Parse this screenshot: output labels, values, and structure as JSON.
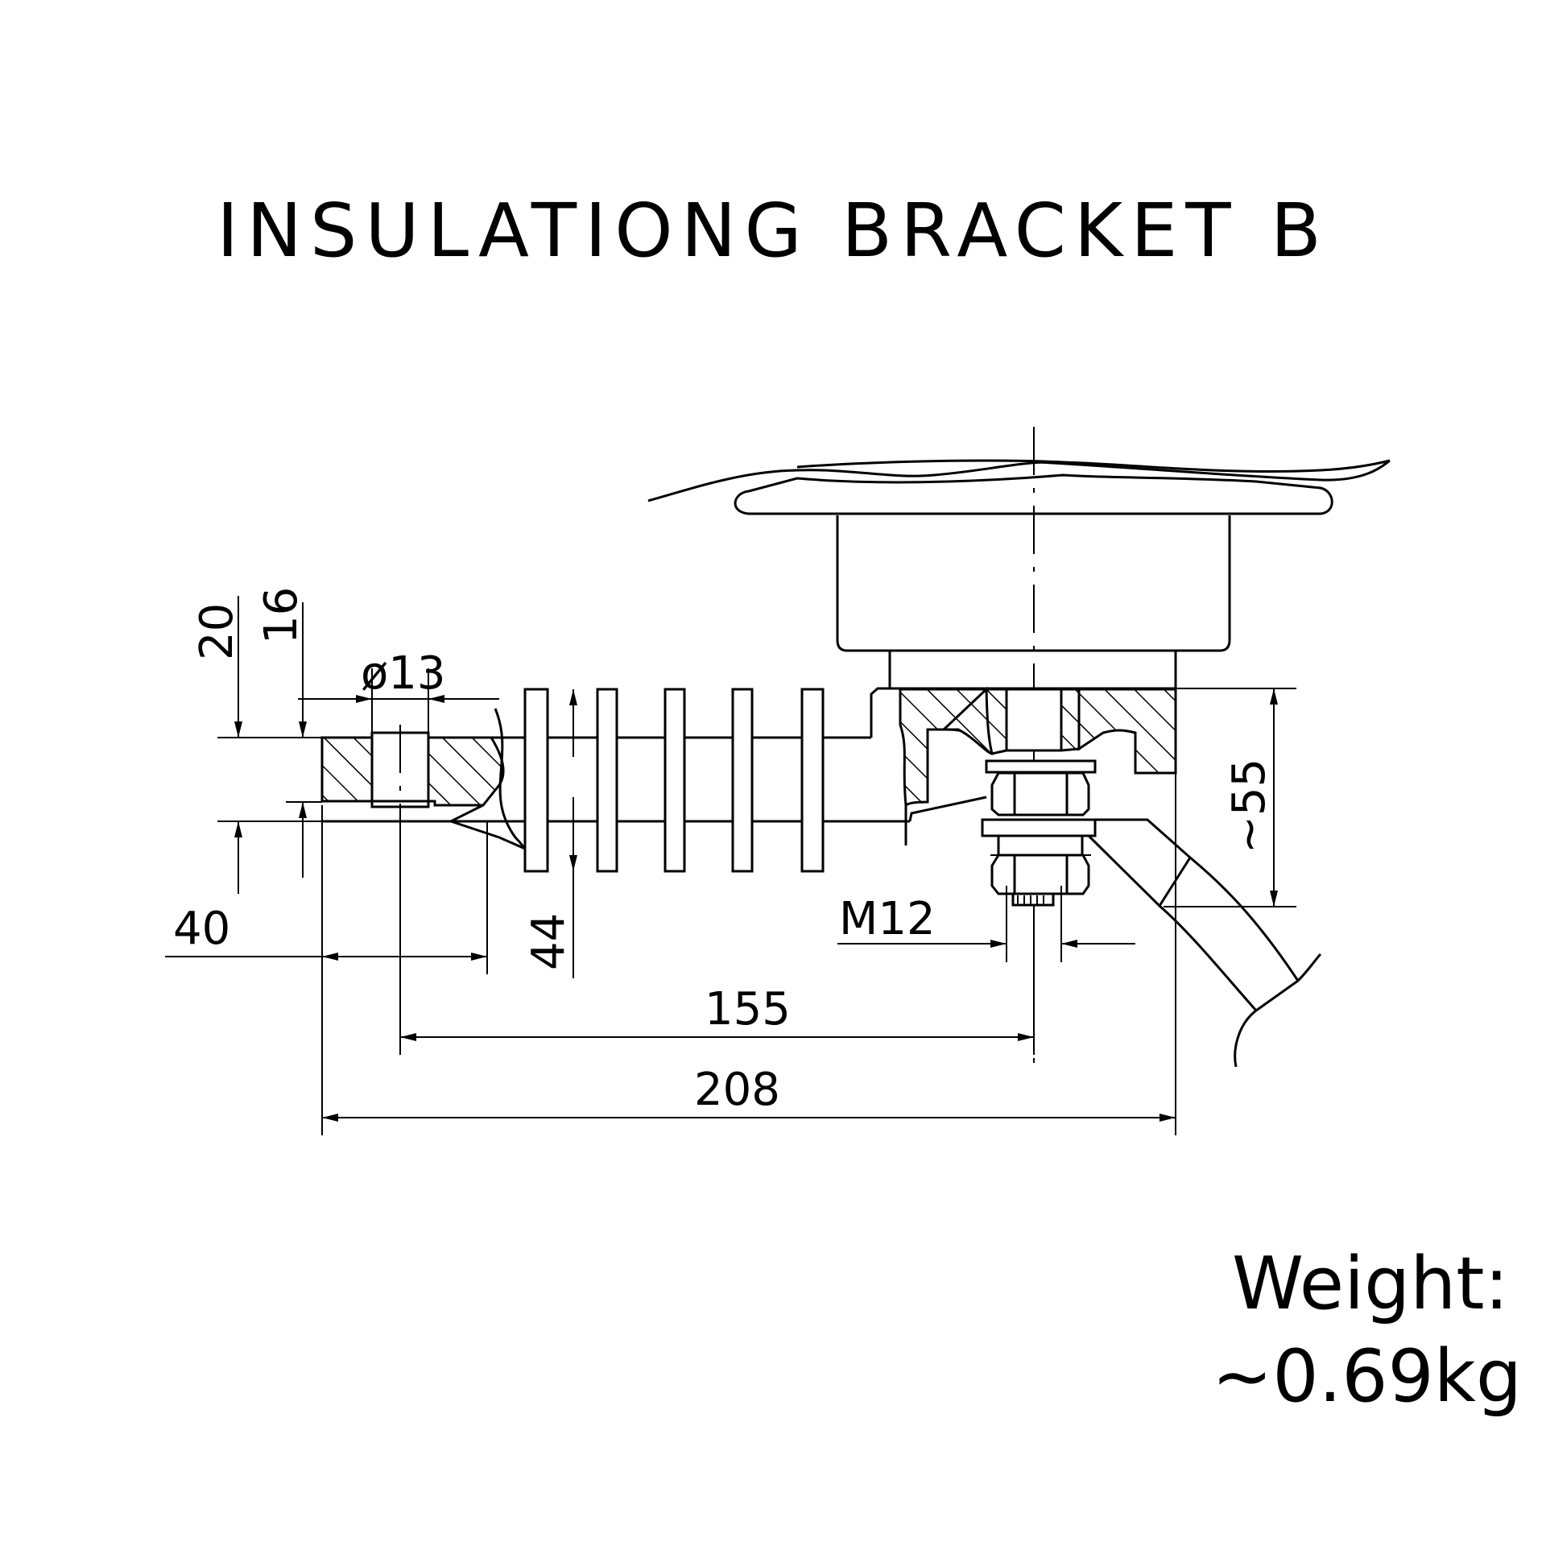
{
  "title": "INSULATIONG BRACKET B",
  "dimensions": {
    "d20": "20",
    "d16": "16",
    "d13": "ø13",
    "d40": "40",
    "d44": "44",
    "d155": "155",
    "d208": "208",
    "d55": "~55",
    "m12": "M12"
  },
  "weight": {
    "label": "Weight:",
    "value": "~0.69kg"
  }
}
